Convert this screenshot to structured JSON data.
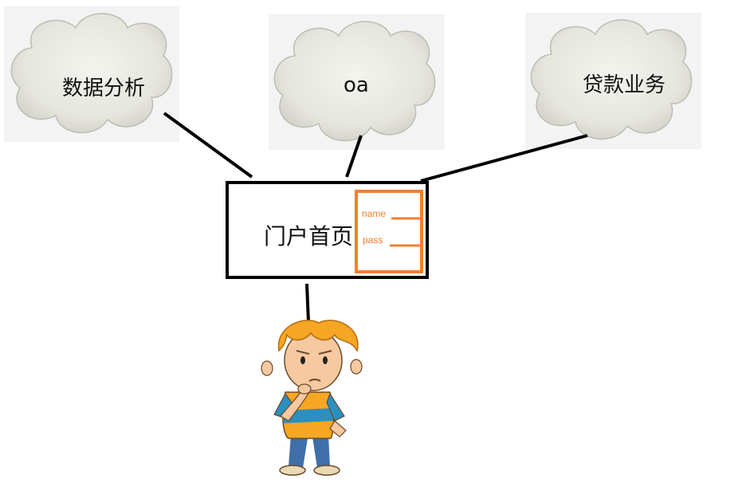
{
  "clouds": [
    {
      "id": "data-analysis",
      "label": "数据分析"
    },
    {
      "id": "oa",
      "label": "oa"
    },
    {
      "id": "loan-business",
      "label": "贷款业务"
    }
  ],
  "portal": {
    "title": "门户首页",
    "form": {
      "name_label": "name",
      "pass_label": "pass"
    }
  },
  "colors": {
    "cloud_fill": "#e8e8e1",
    "cloud_bg": "#f3f3f3",
    "line": "#000000",
    "form_accent": "#f08030"
  },
  "figure": {
    "description_icon": "thinking-boy-icon"
  }
}
